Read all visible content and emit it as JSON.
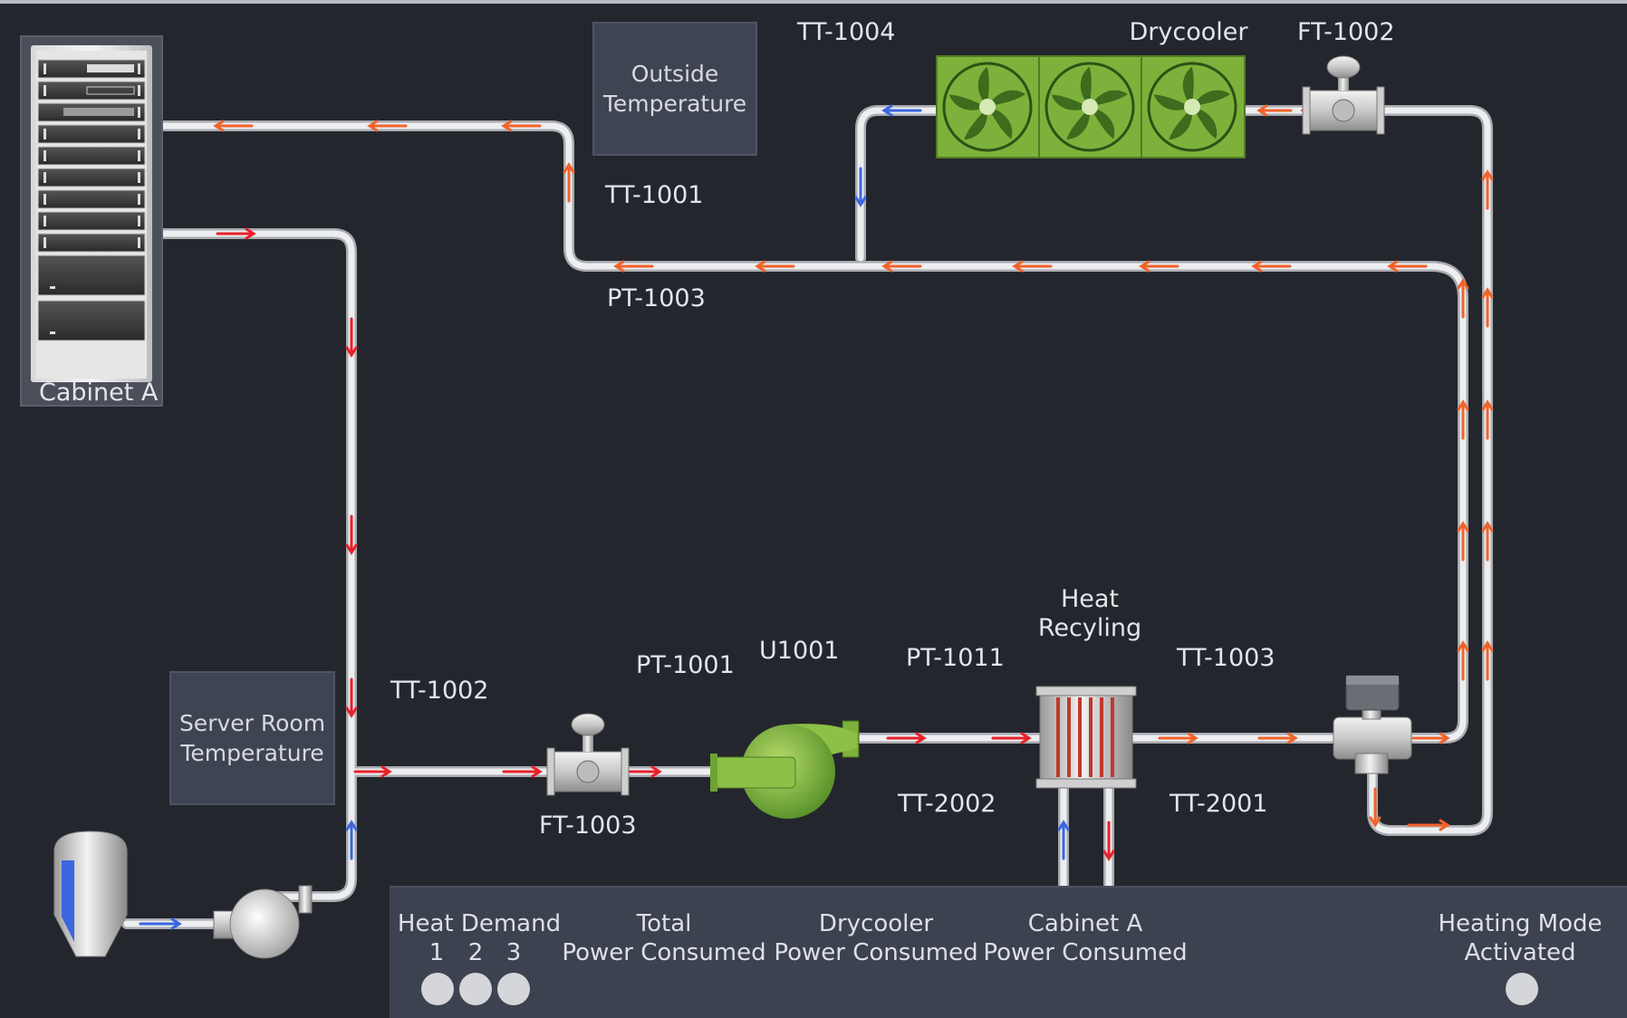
{
  "window": {
    "title": ""
  },
  "colors": {
    "background": "#24262d",
    "pipe": "#d6d8dc",
    "flow_hot": "#e8202a",
    "flow_warm": "#f2632a",
    "flow_cold": "#3a66e0",
    "drycooler_green": "#7db13b",
    "panel": "#3d4250",
    "indicator": "#d4d6da"
  },
  "equipment": {
    "cabinet": {
      "label": "Cabinet A",
      "icon": "server-rack-icon"
    },
    "outside_temperature": {
      "label_line1": "Outside",
      "label_line2": "Temperature"
    },
    "server_room_temperature": {
      "label_line1": "Server Room",
      "label_line2": "Temperature"
    },
    "drycooler": {
      "label": "Drycooler",
      "icon": "fan-icon"
    },
    "heat_recycling": {
      "label_line1": "Heat",
      "label_line2": "Recyling",
      "icon": "heat-exchanger-icon"
    },
    "pump": {
      "icon": "centrifugal-pump-icon"
    },
    "tank": {
      "icon": "storage-tank-icon"
    },
    "valve": {
      "icon": "three-way-valve-icon"
    }
  },
  "tags": {
    "tt_1004": "TT-1004",
    "ft_1002": "FT-1002",
    "tt_1001": "TT-1001",
    "pt_1003": "PT-1003",
    "tt_1002": "TT-1002",
    "pt_1001": "PT-1001",
    "u1001": "U1001",
    "pt_1011": "PT-1011",
    "tt_1003": "TT-1003",
    "ft_1003": "FT-1003",
    "tt_2002": "TT-2002",
    "tt_2001": "TT-2001"
  },
  "status_panel": {
    "heat_demand": {
      "title": "Heat Demand",
      "levels": [
        "1",
        "2",
        "3"
      ]
    },
    "total_power": {
      "line1": "Total",
      "line2": "Power Consumed"
    },
    "drycooler_power": {
      "line1": "Drycooler",
      "line2": "Power Consumed"
    },
    "cabinet_power": {
      "line1": "Cabinet A",
      "line2": "Power Consumed"
    },
    "heating_mode": {
      "line1": "Heating Mode",
      "line2": "Activated"
    }
  }
}
